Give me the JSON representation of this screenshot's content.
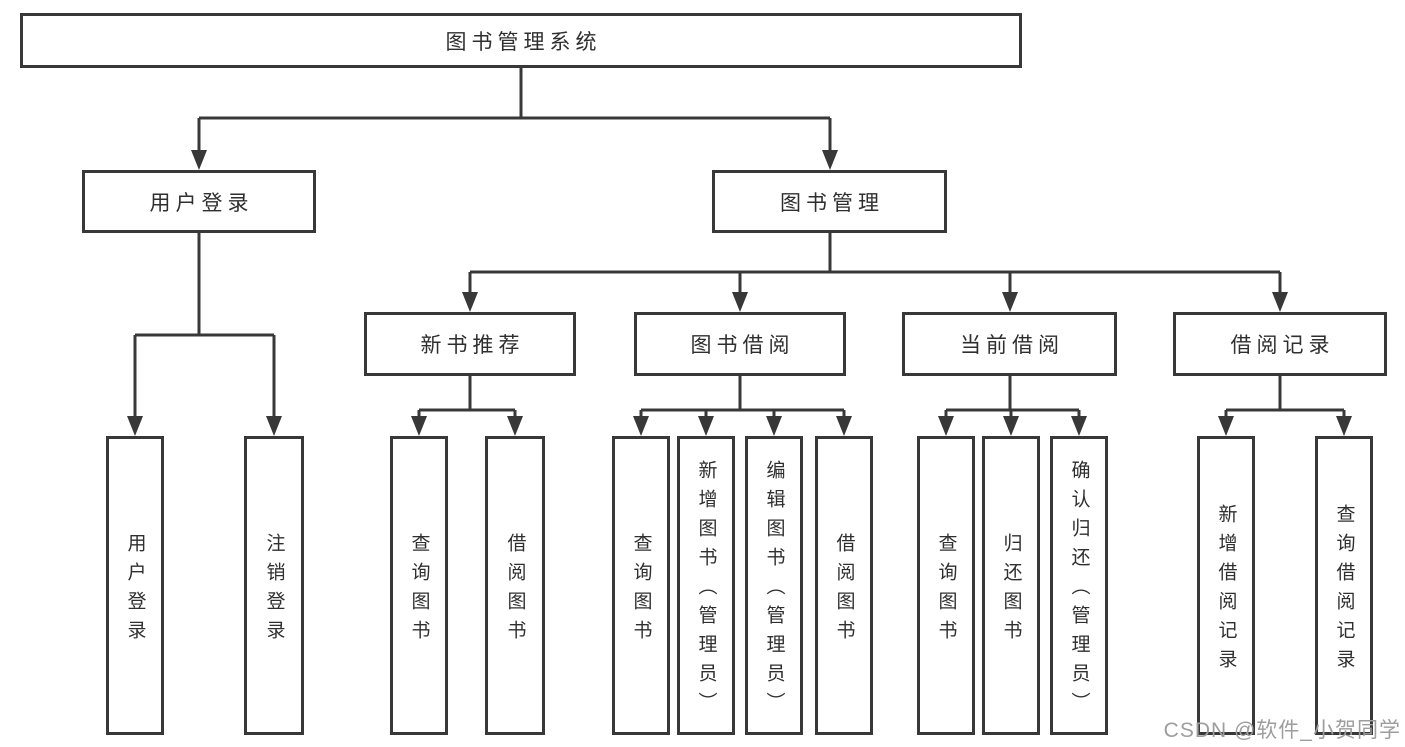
{
  "tree": {
    "label": "图书管理系统",
    "children": [
      {
        "label": "用户登录",
        "children": [
          {
            "label": "用户登录"
          },
          {
            "label": "注销登录"
          }
        ]
      },
      {
        "label": "图书管理",
        "children": [
          {
            "label": "新书推荐",
            "children": [
              {
                "label": "查询图书"
              },
              {
                "label": "借阅图书"
              }
            ]
          },
          {
            "label": "图书借阅",
            "children": [
              {
                "label": "查询图书"
              },
              {
                "label": "新增图书（管理员）"
              },
              {
                "label": "编辑图书（管理员）"
              },
              {
                "label": "借阅图书"
              }
            ]
          },
          {
            "label": "当前借阅",
            "children": [
              {
                "label": "查询图书"
              },
              {
                "label": "归还图书"
              },
              {
                "label": "确认归还（管理员）"
              }
            ]
          },
          {
            "label": "借阅记录",
            "children": [
              {
                "label": "新增借阅记录"
              },
              {
                "label": "查询借阅记录"
              }
            ]
          }
        ]
      }
    ]
  },
  "watermark": "CSDN @软件_小贺同学",
  "colors": {
    "line": "#383838",
    "text": "#2f2f2f",
    "box_fill": "#ffffff",
    "watermark": "#9d9d9d",
    "background": "#ffffff"
  }
}
